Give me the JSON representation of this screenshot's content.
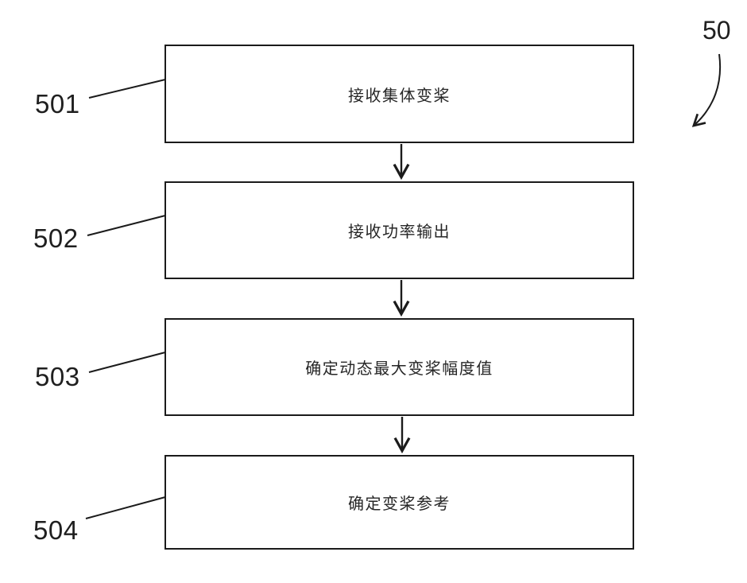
{
  "figure": {
    "reference_label": "50"
  },
  "flowchart": {
    "steps": [
      {
        "id": "501",
        "label": "接收集体变桨"
      },
      {
        "id": "502",
        "label": "接收功率输出"
      },
      {
        "id": "503",
        "label": "确定动态最大变桨幅度值"
      },
      {
        "id": "504",
        "label": "确定变桨参考"
      }
    ]
  },
  "colors": {
    "line": "#1b1b1b",
    "background": "#ffffff",
    "text": "#262626"
  }
}
